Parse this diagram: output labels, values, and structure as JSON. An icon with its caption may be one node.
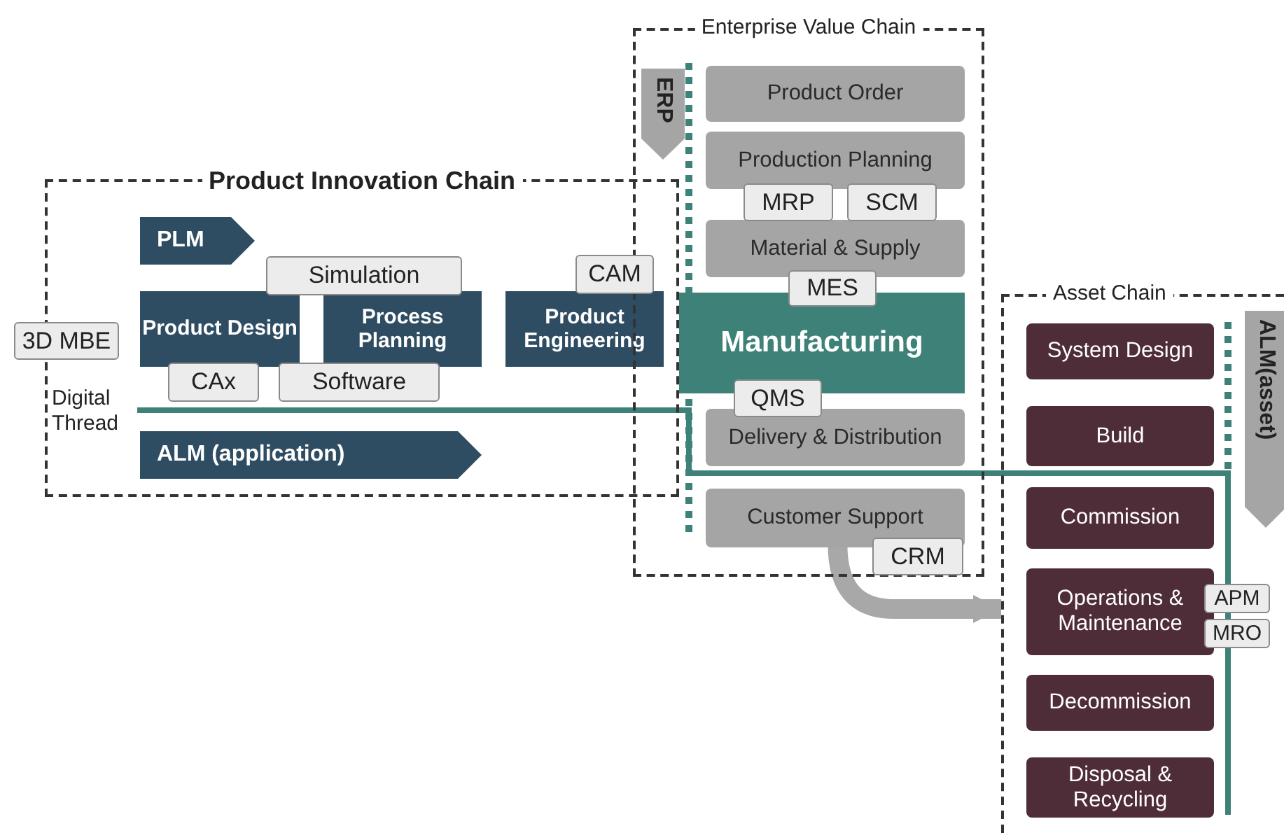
{
  "diagram": {
    "nodes": [
      {
        "text": [
          "Product Innovation Chain"
        ]
      },
      {
        "text": [
          "PLM"
        ],
        "in": 0
      },
      {
        "text": [
          "Simulation"
        ],
        "in": 0
      },
      {
        "text": [
          "Product Design"
        ],
        "in": 0
      },
      {
        "text": [
          "Process Planning"
        ],
        "in": 0
      },
      {
        "text": [
          "CAx"
        ],
        "in": 0
      },
      {
        "text": [
          "Software"
        ],
        "in": 0
      },
      {
        "text": [
          "CAM"
        ],
        "in": 0
      },
      {
        "text": [
          "Product Engineering"
        ],
        "in": 0
      },
      {
        "text": [
          "ALM (application)"
        ],
        "in": 0
      },
      {
        "text": [
          "3D MBE"
        ]
      },
      {
        "text": [
          "Enterprise Value Chain"
        ]
      },
      {
        "text": [
          "ERP"
        ],
        "in": 11
      },
      {
        "text": [
          "Product Order"
        ],
        "in": 11
      },
      {
        "text": [
          "Production Planning"
        ],
        "in": 11
      },
      {
        "text": [
          "MRP"
        ],
        "in": 11
      },
      {
        "text": [
          "SCM"
        ],
        "in": 11
      },
      {
        "text": [
          "Material & Supply"
        ],
        "in": 11
      },
      {
        "text": [
          "MES"
        ],
        "in": 11
      },
      {
        "text": [
          "Manufacturing"
        ],
        "in": 11
      },
      {
        "text": [
          "QMS"
        ],
        "in": 11
      },
      {
        "text": [
          "Delivery & Distribution"
        ],
        "in": 11
      },
      {
        "text": [
          "Customer Support"
        ],
        "in": 11
      },
      {
        "text": [
          "CRM"
        ],
        "in": 11
      },
      {
        "text": [
          "Asset Chain"
        ]
      },
      {
        "text": [
          "System Design"
        ],
        "in": 24
      },
      {
        "text": [
          "Build"
        ],
        "in": 24
      },
      {
        "text": [
          "Commission"
        ],
        "in": 24
      },
      {
        "text": [
          "Operations & Maintenance"
        ],
        "in": 24
      },
      {
        "text": [
          "APM"
        ],
        "in": 24
      },
      {
        "text": [
          "MRO"
        ],
        "in": 24
      },
      {
        "text": [
          "Decommission"
        ],
        "in": 24
      },
      {
        "text": [
          "Disposal & Recycling"
        ],
        "in": 24
      },
      {
        "text": [
          "ALM(asset)"
        ],
        "in": 24
      }
    ],
    "edges": [
      {
        "from": 22,
        "to": 24,
        "arrow": "to"
      }
    ],
    "labels": [
      "Digital Thread"
    ]
  }
}
